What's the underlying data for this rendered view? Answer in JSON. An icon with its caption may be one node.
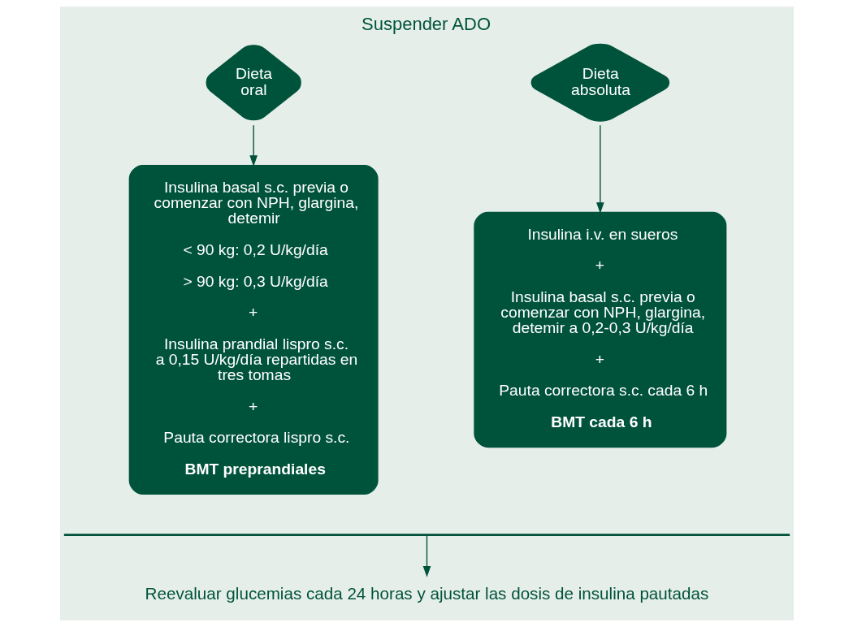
{
  "diagram": {
    "title": "Suspender ADO",
    "nodes": [
      {
        "text": [
          "Dieta oral"
        ]
      },
      {
        "text": [
          "Dieta absoluta"
        ]
      },
      {
        "text": [
          "Insulina basal s.c. previa o comenzar con NPH, glargina, detemir",
          "< 90 kg: 0,2 U/kg/día",
          "> 90 kg: 0,3 U/kg/día",
          "+",
          "Insulina prandial lispro s.c. a 0,15 U/kg/día repartidas en tres tomas",
          "+",
          "Pauta correctora lispro s.c.",
          "BMT preprandiales"
        ]
      },
      {
        "text": [
          "Insulina i.v. en sueros",
          "+",
          "Insulina basal s.c. previa o comenzar con NPH, glargina, detemir a 0,2-0,3 U/kg/día",
          "+",
          "Pauta correctora s.c. cada 6 h",
          "BMT cada 6 h"
        ]
      },
      {
        "text": [
          "Reevaluar glucemias cada 24 horas y ajustar las dosis de insulina pautadas"
        ]
      }
    ],
    "edges": [
      {
        "from": 0,
        "to": 2,
        "arrow": "to"
      },
      {
        "from": 1,
        "to": 3,
        "arrow": "to"
      },
      {
        "from": null,
        "to": 4,
        "arrow": "to"
      }
    ]
  }
}
